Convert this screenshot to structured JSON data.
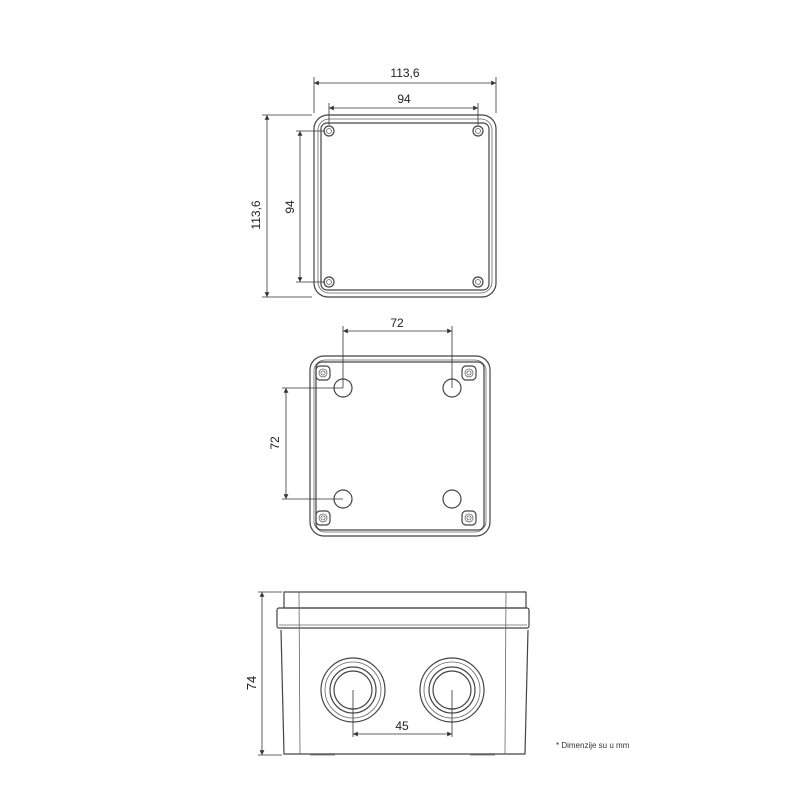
{
  "top_view": {
    "width_outer": "113,6",
    "width_inner": "94",
    "height_outer": "113,6",
    "height_inner": "94"
  },
  "bottom_view": {
    "hole_spacing_x": "72",
    "hole_spacing_y": "72"
  },
  "side_view": {
    "height": "74",
    "gland_spacing": "45"
  },
  "note": "* Dimenzije su u mm"
}
